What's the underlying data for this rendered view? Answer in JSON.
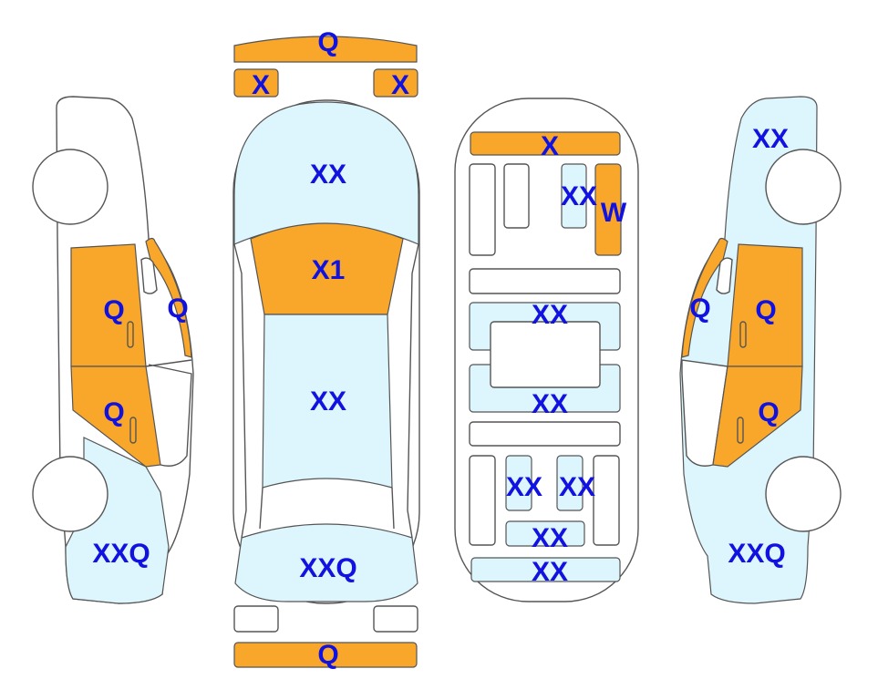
{
  "colors": {
    "damage_major": "#F9A72B",
    "damage_minor": "#DDF5FC",
    "label": "#1212E0"
  },
  "left_side": {
    "front_door": "Q",
    "a_pillar": "Q",
    "rear_door": "Q",
    "rear_quarter": "XXQ"
  },
  "top_view": {
    "front_bumper": "Q",
    "left_headlight": "X",
    "right_headlight": "X",
    "hood": "XX",
    "windshield": "X1",
    "roof": "XX",
    "trunk": "XXQ",
    "rear_bumper": "Q"
  },
  "underbody": {
    "front_crossmember": "X",
    "front_right_panel": "XX",
    "front_right_rail": "W",
    "mid_upper": "XX",
    "mid_lower": "XX",
    "rear_left": "XX",
    "rear_right": "XX",
    "rear_center": "XX",
    "rear_crossmember": "XX"
  },
  "right_side": {
    "front_fender": "XX",
    "a_pillar": "Q",
    "front_door": "Q",
    "rear_door": "Q",
    "rear_quarter": "XXQ"
  }
}
